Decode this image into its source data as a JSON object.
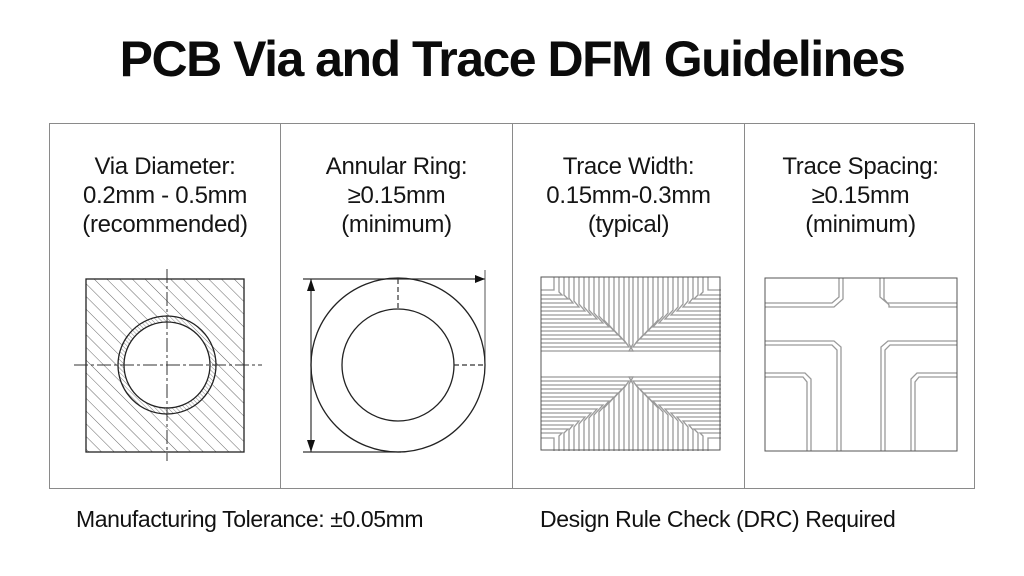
{
  "title": "PCB Via and Trace DFM Guidelines",
  "panels": [
    {
      "heading": "Via Diameter:",
      "value": "0.2mm - 0.5mm",
      "note": "(recommended)",
      "figure": "via-cross-section-icon"
    },
    {
      "heading": "Annular Ring:",
      "value": "≥0.15mm",
      "note": "(minimum)",
      "figure": "annular-ring-dimension-icon"
    },
    {
      "heading": "Trace Width:",
      "value": "0.15mm-0.3mm",
      "note": "(typical)",
      "figure": "dense-trace-routing-icon"
    },
    {
      "heading": "Trace Spacing:",
      "value": "≥0.15mm",
      "note": "(minimum)",
      "figure": "trace-spacing-routing-icon"
    }
  ],
  "footer": {
    "tolerance": "Manufacturing Tolerance: ±0.05mm",
    "drc": "Design Rule Check (DRC) Required"
  },
  "colors": {
    "text": "#111111",
    "border": "#8a8a8a",
    "trace": "#9a9a9a",
    "background": "#ffffff"
  }
}
